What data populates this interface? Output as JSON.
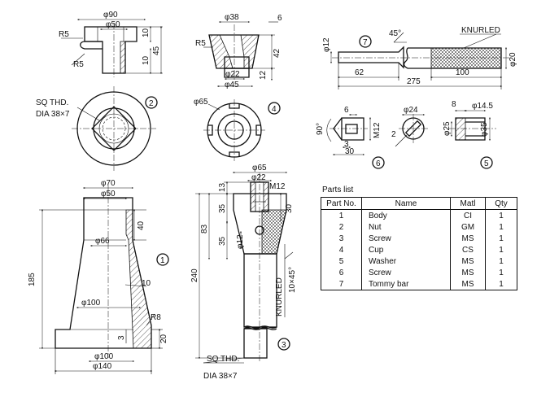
{
  "parts_list": {
    "title": "Parts list",
    "headers": [
      "Part No.",
      "Name",
      "Matl",
      "Qty"
    ],
    "rows": [
      [
        "1",
        "Body",
        "CI",
        "1"
      ],
      [
        "2",
        "Nut",
        "GM",
        "1"
      ],
      [
        "3",
        "Screw",
        "MS",
        "1"
      ],
      [
        "4",
        "Cup",
        "CS",
        "1"
      ],
      [
        "5",
        "Washer",
        "MS",
        "1"
      ],
      [
        "6",
        "Screw",
        "MS",
        "1"
      ],
      [
        "7",
        "Tommy bar",
        "MS",
        "1"
      ]
    ]
  },
  "balloons": {
    "p1": "1",
    "p2": "2",
    "p3": "3",
    "p4": "4",
    "p5": "5",
    "p6": "6",
    "p7": "7"
  },
  "nut": {
    "d90": "φ90",
    "d50": "φ50",
    "r5a": "R5",
    "r5b": "R5",
    "h10a": "10",
    "h10b": "10",
    "h45": "45"
  },
  "thread_note": {
    "line1": "SQ THD.",
    "line2": "DIA 38×7"
  },
  "cup": {
    "d38": "φ38",
    "a6": "6",
    "r5": "R5",
    "h42": "42",
    "d22": "φ22",
    "d45": "φ45",
    "h12": "12",
    "d65": "φ65"
  },
  "bar": {
    "d12": "φ12",
    "a45": "45°",
    "knurled": "KNURLED",
    "l62": "62",
    "l100": "100",
    "l275": "275",
    "d20": "φ20"
  },
  "screw6": {
    "w6": "6",
    "m12": "M12",
    "a90": "90°",
    "l3": "3",
    "l30": "30"
  },
  "washer": {
    "d24": "φ24",
    "t2": "2",
    "w8": "8",
    "d14": "φ14.5",
    "d25": "φ25",
    "d35": "φ35"
  },
  "body": {
    "d70": "φ70",
    "d50": "φ50",
    "h40": "40",
    "d66": "φ66",
    "h185": "185",
    "t10": "10",
    "d100a": "φ100",
    "r8": "R8",
    "h3": "3",
    "h20": "20",
    "d100b": "φ100",
    "d140": "φ140"
  },
  "screw3": {
    "d65": "φ65",
    "d22": "φ22",
    "m12": "M12",
    "h13": "13",
    "h35a": "35",
    "h83": "83",
    "h30": "30",
    "h35b": "35",
    "d12": "φ12",
    "h240": "240",
    "knurled": "KNURLED",
    "chamfer": "10×45°",
    "thd1": "SQ THD.",
    "thd2": "DIA 38×7"
  }
}
